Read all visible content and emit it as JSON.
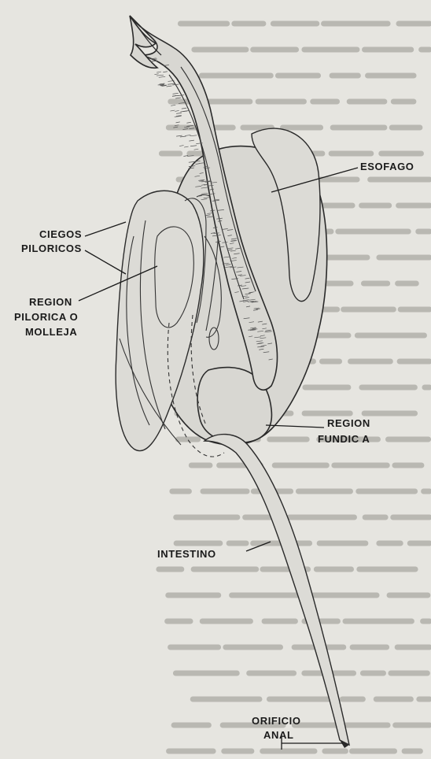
{
  "labels": {
    "esofago": "ESOFAGO",
    "ciegos_l1": "CIEGOS",
    "ciegos_l2": "PILORICOS",
    "region_pilorica_l1": "REGION",
    "region_pilorica_l2": "PILORICA O",
    "region_pilorica_l3": "MOLLEJA",
    "region_fundica_l1": "REGION",
    "region_fundica_l2": "FUNDIC A",
    "intestino": "INTESTINO",
    "orificio_l1": "ORIFICIO",
    "orificio_l2": "ANAL"
  },
  "colors": {
    "paper": "#e6e5e0",
    "ink": "#1a1a1a",
    "organ_fill": "#d8d7d2"
  }
}
